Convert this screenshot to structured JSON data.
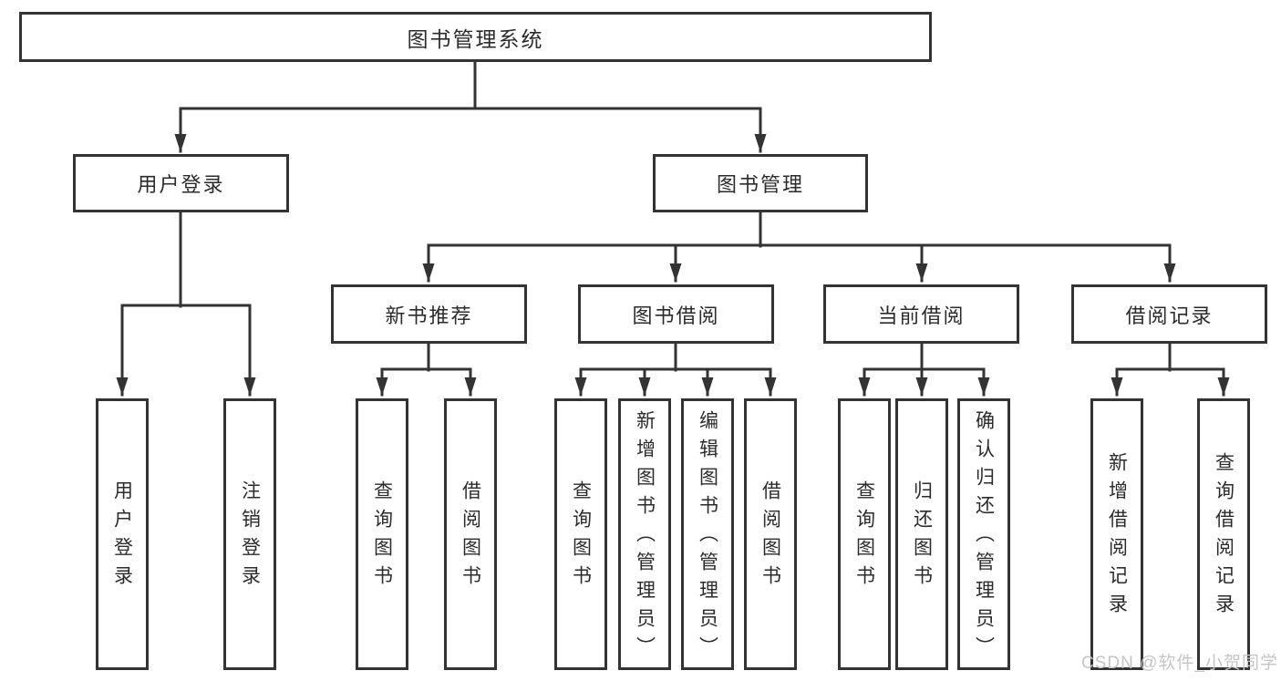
{
  "tree": {
    "root": {
      "label": "图书管理系统",
      "children": [
        {
          "label": "用户登录",
          "children": [
            {
              "label": "用户登录"
            },
            {
              "label": "注销登录"
            }
          ]
        },
        {
          "label": "图书管理",
          "children": [
            {
              "label": "新书推荐",
              "children": [
                {
                  "label": "查询图书"
                },
                {
                  "label": "借阅图书"
                }
              ]
            },
            {
              "label": "图书借阅",
              "children": [
                {
                  "label": "查询图书"
                },
                {
                  "label": "新增图书（管理员）"
                },
                {
                  "label": "编辑图书（管理员）"
                },
                {
                  "label": "借阅图书"
                }
              ]
            },
            {
              "label": "当前借阅",
              "children": [
                {
                  "label": "查询图书"
                },
                {
                  "label": "归还图书"
                },
                {
                  "label": "确认归还（管理员）"
                }
              ]
            },
            {
              "label": "借阅记录",
              "children": [
                {
                  "label": "新增借阅记录"
                },
                {
                  "label": "查询借阅记录"
                }
              ]
            }
          ]
        }
      ]
    }
  },
  "watermark": {
    "text": "CSDN @软件_小贺同学"
  },
  "colors": {
    "line": "#333333",
    "box_border": "#333333",
    "text": "#2b2b2b",
    "watermark": "#c5c5c5",
    "background": "#ffffff"
  }
}
